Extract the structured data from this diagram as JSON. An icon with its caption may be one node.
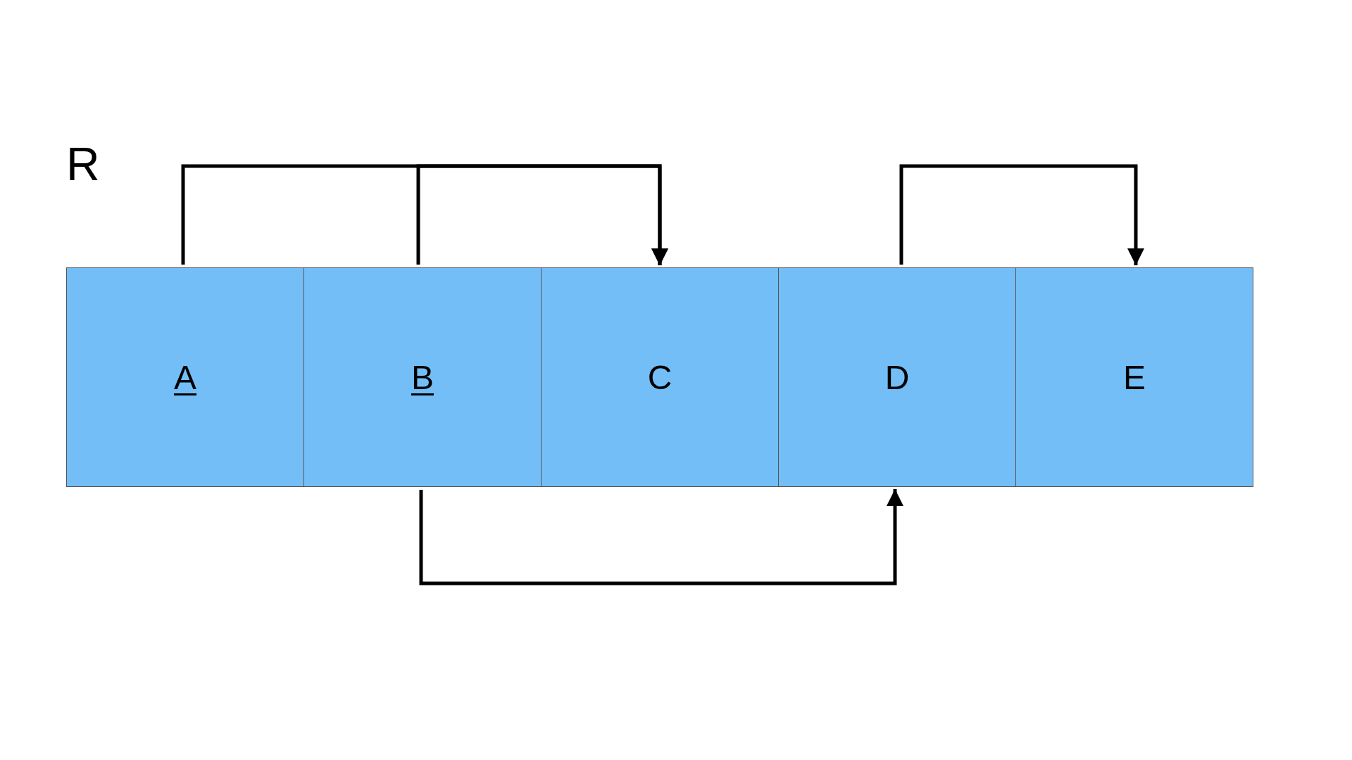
{
  "diagram": {
    "title": "R",
    "nodes": [
      {
        "text": [
          "A"
        ]
      },
      {
        "text": [
          "B"
        ]
      },
      {
        "text": [
          "C"
        ]
      },
      {
        "text": [
          "D"
        ]
      },
      {
        "text": [
          "E"
        ]
      }
    ],
    "edges": [
      {
        "from": 0,
        "to": 2,
        "arrow": "to"
      },
      {
        "from": 1,
        "to": 2,
        "arrow": "to"
      },
      {
        "from": 3,
        "to": 4,
        "arrow": "to"
      },
      {
        "from": 1,
        "to": 3,
        "arrow": "to"
      }
    ]
  }
}
